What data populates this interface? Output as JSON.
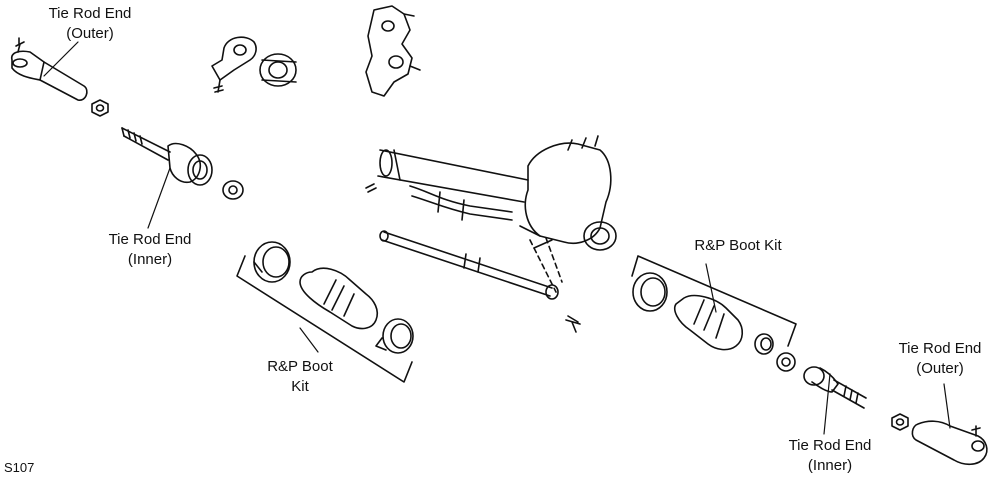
{
  "labels": {
    "tre_outer_left": [
      "Tie Rod End",
      "(Outer)"
    ],
    "tre_inner_left": [
      "Tie Rod End",
      "(Inner)"
    ],
    "boot_kit_left": [
      "R&P Boot",
      "Kit"
    ],
    "boot_kit_right": [
      "R&P Boot Kit"
    ],
    "tre_outer_right": [
      "Tie Rod End",
      "(Outer)"
    ],
    "tre_inner_right": [
      "Tie Rod End",
      "(Inner)"
    ]
  },
  "figure_code": "S107",
  "colors": {
    "line": "#111111",
    "background": "#ffffff"
  }
}
